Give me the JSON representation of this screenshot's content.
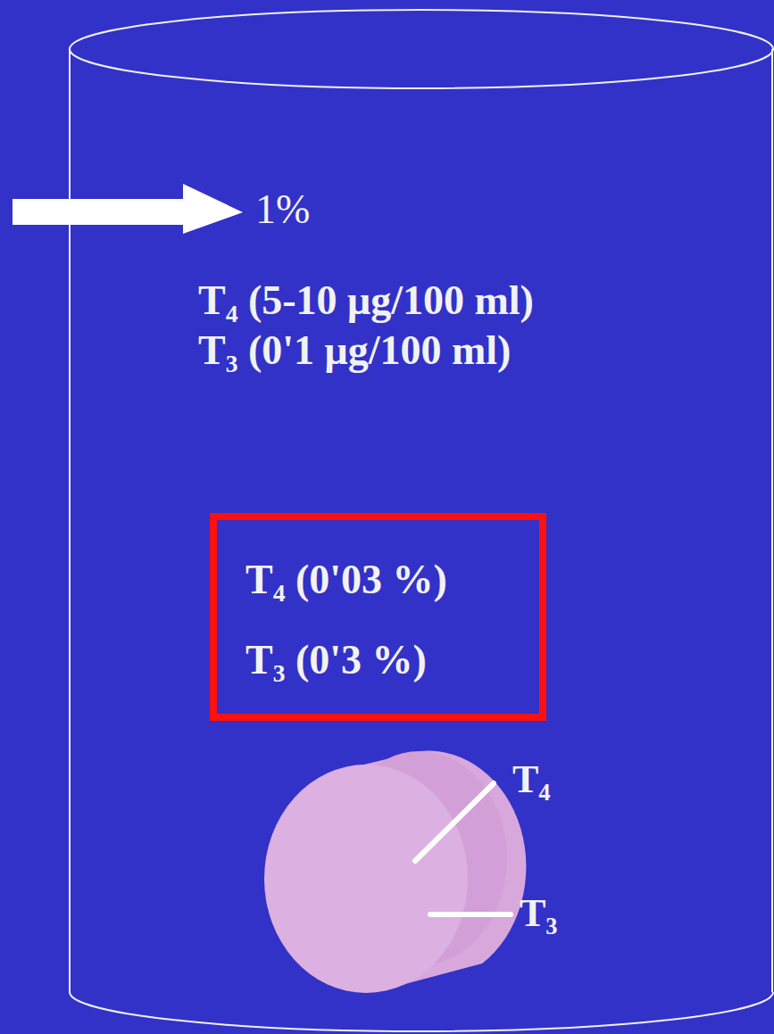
{
  "diagram": {
    "nodes": [
      {
        "text": [
          "1%",
          "T₄ (5-10 μg/100 ml)",
          "T₃ (0'1 μg/100 ml)"
        ]
      },
      {
        "text": [
          "T₄ (0'03 %)",
          "T₃ (0'3 %)"
        ],
        "in": 0
      }
    ],
    "labels": [
      "T₄",
      "T₃"
    ]
  }
}
